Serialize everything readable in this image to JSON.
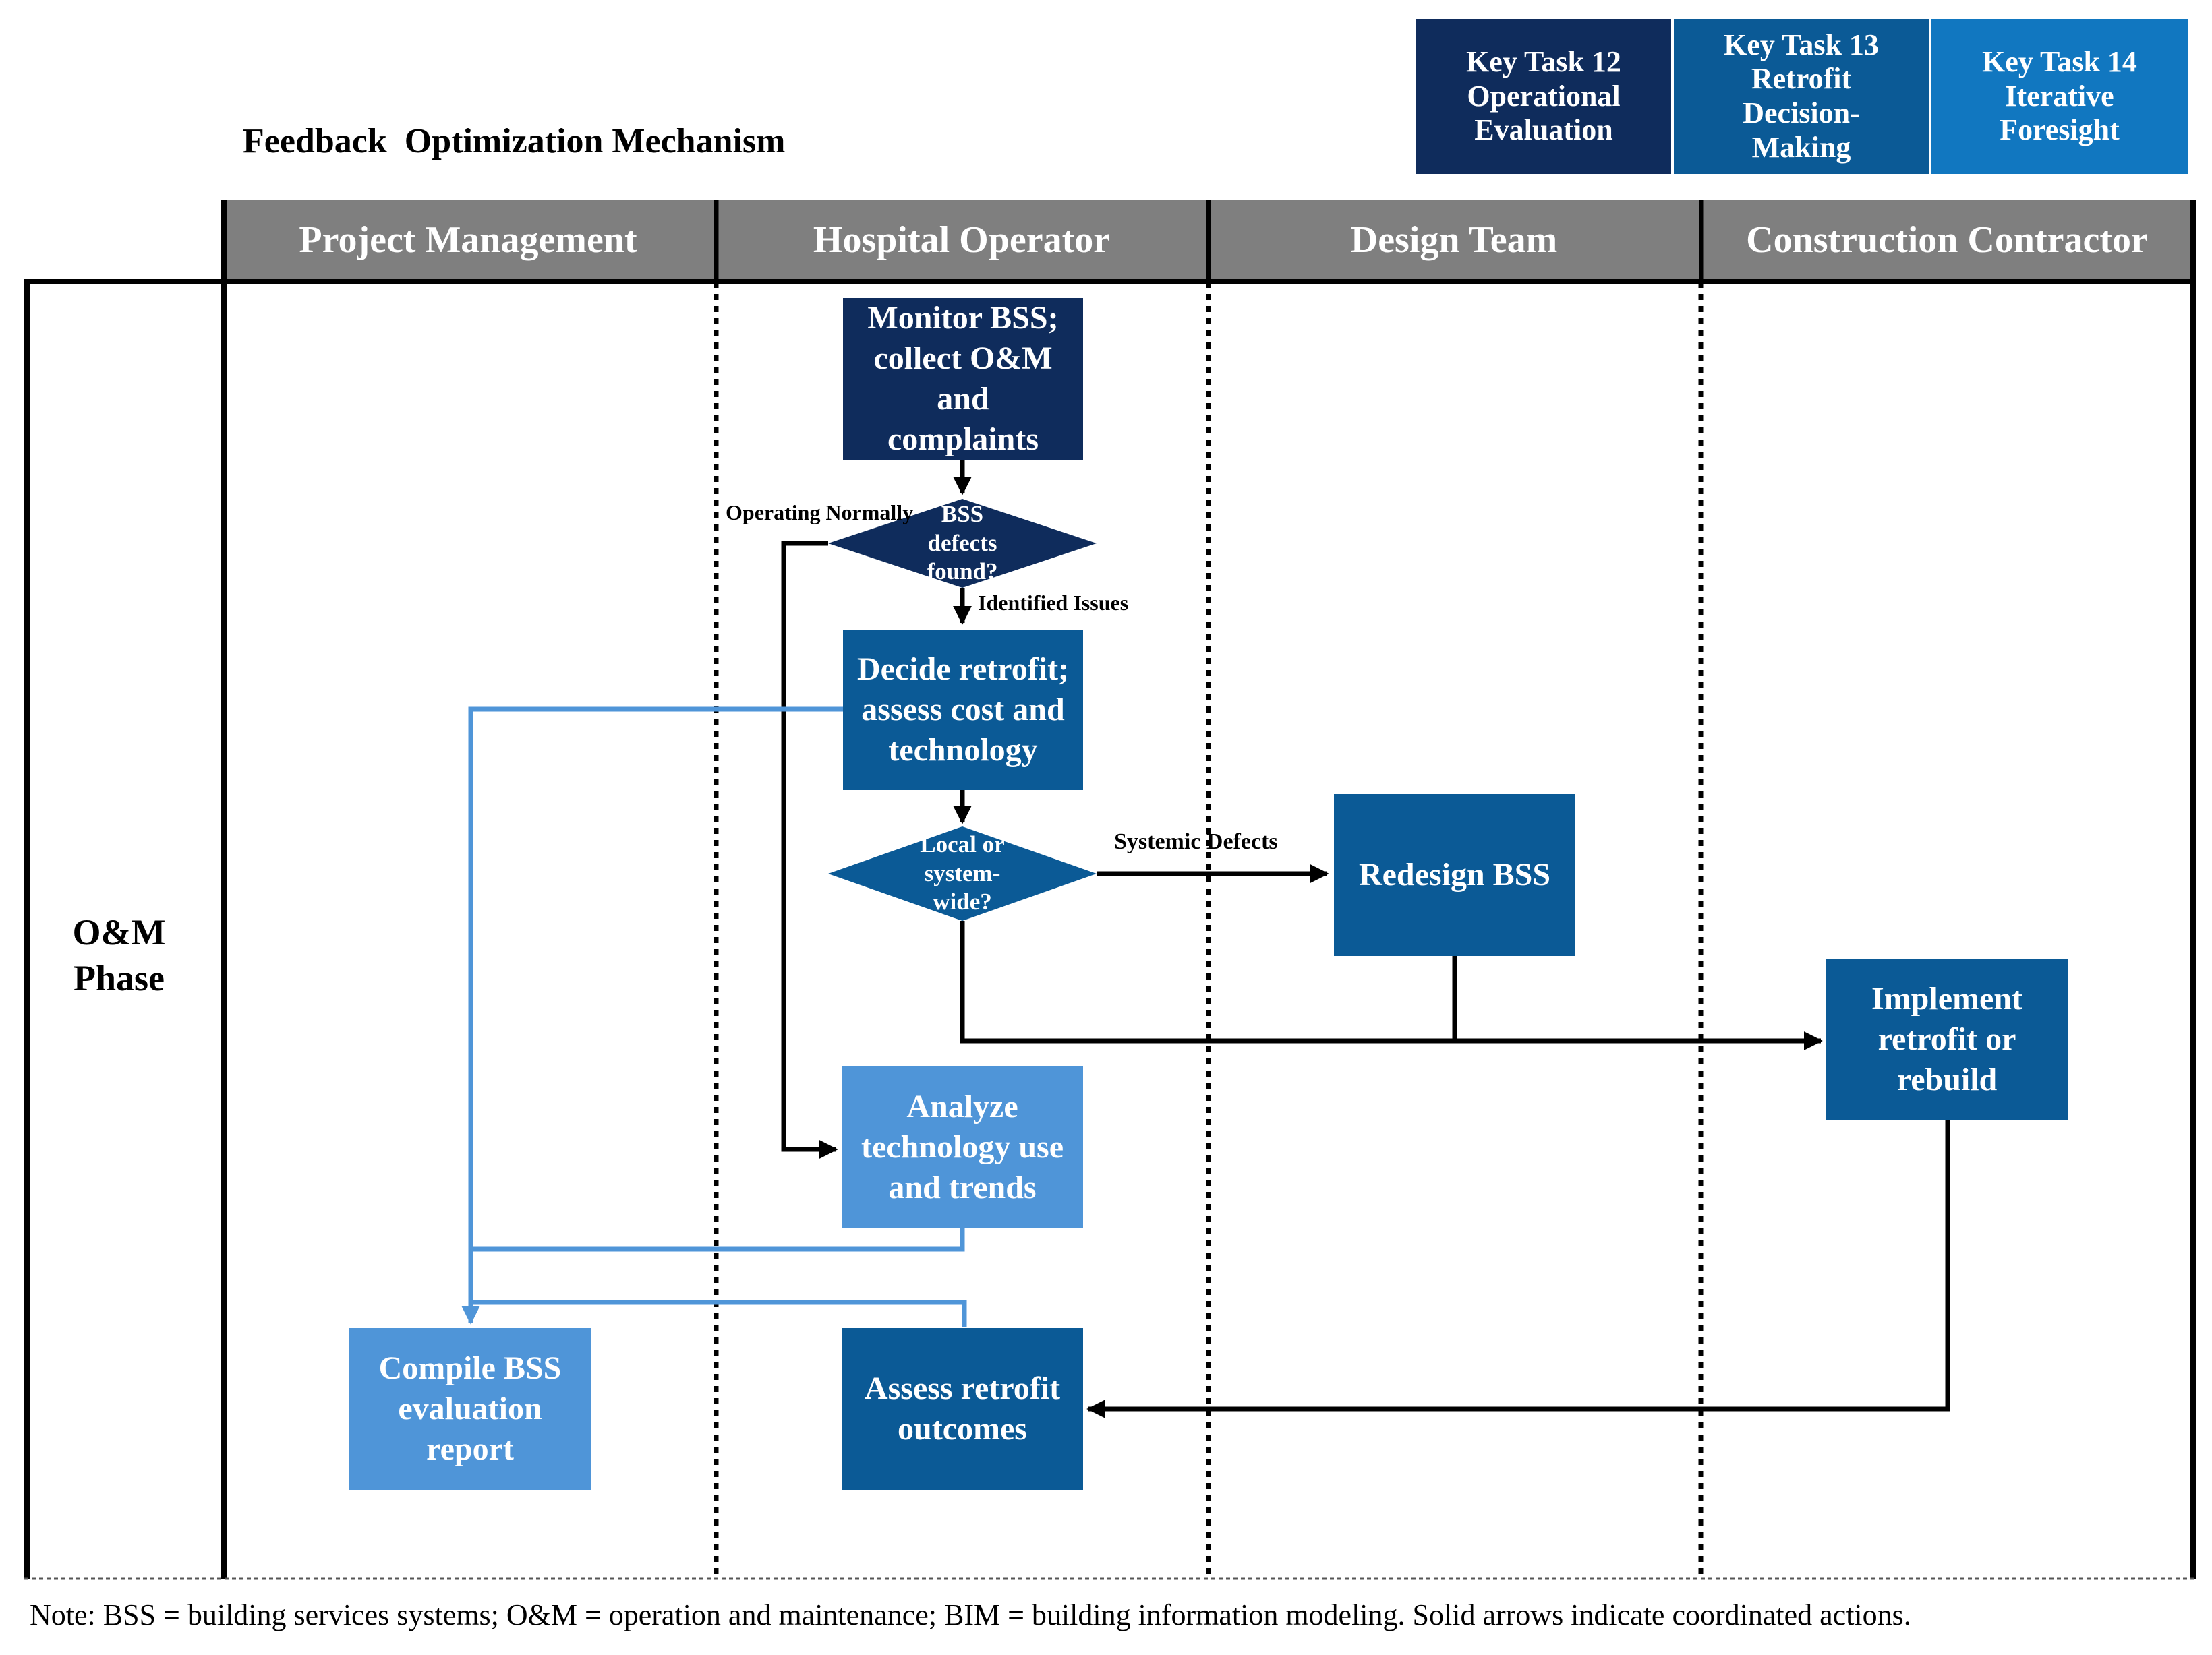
{
  "title": "Feedback  Optimization Mechanism",
  "key_tasks": [
    {
      "label": "Key Task 12\nOperational\nEvaluation",
      "color": "#0f2c5c"
    },
    {
      "label": "Key Task 13\nRetrofit\nDecision-\nMaking",
      "color": "#0b5a96"
    },
    {
      "label": "Key Task 14\nIterative\nForesight",
      "color": "#1177c0"
    }
  ],
  "lanes": [
    "Project Management",
    "Hospital Operator",
    "Design Team",
    "Construction Contractor"
  ],
  "phase_label": "O&M\nPhase",
  "nodes": {
    "monitor": "Monitor BSS;\ncollect O&M\nand\ncomplaints",
    "defects_decision": "BSS\ndefects\nfound?",
    "decide_retrofit": "Decide retrofit;\nassess cost and\ntechnology",
    "scope_decision": "Local or\nsystem-\nwide?",
    "redesign": "Redesign BSS",
    "implement": "Implement\nretrofit or\nrebuild",
    "analyze": "Analyze\ntechnology use\nand trends",
    "compile_report": "Compile BSS\nevaluation\nreport",
    "assess_outcomes": "Assess retrofit\noutcomes"
  },
  "edge_labels": {
    "operating_normally": "Operating Normally",
    "identified_issues": "Identified Issues",
    "systemic_defects": "Systemic Defects"
  },
  "note": "Note: BSS = building services systems; O&M = operation and maintenance; BIM = building information modeling. Solid arrows indicate coordinated actions.",
  "colors": {
    "lane_header": "#7f7f7f",
    "dark_node": "#0f2c5c",
    "mid_node": "#0b5a96",
    "light_node": "#4f95d8",
    "blue_connector": "#4f95d8",
    "black_connector": "#000000"
  }
}
